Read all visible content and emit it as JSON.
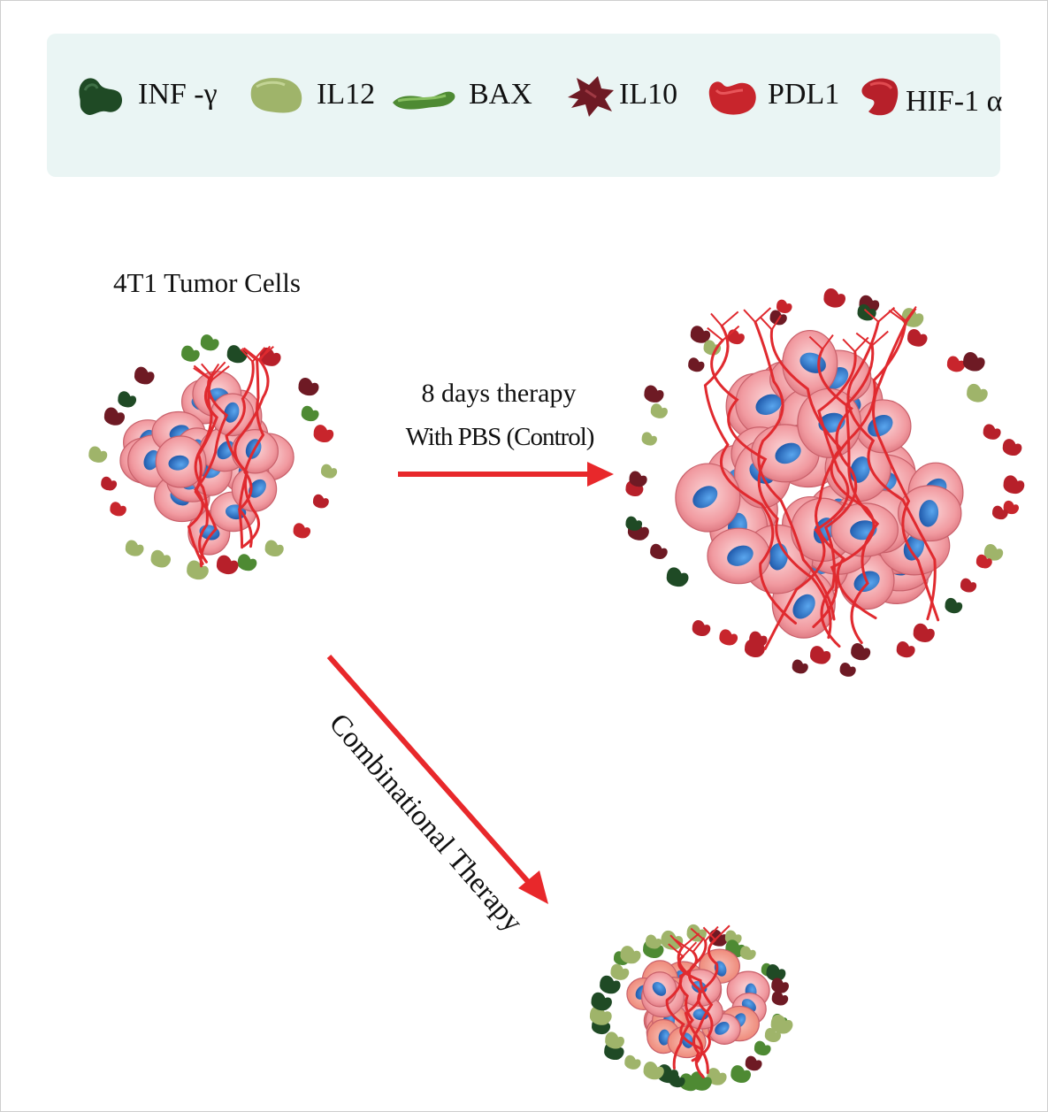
{
  "legend": {
    "items": [
      {
        "label": "INF -γ",
        "icon": "inf-gamma-protein-icon",
        "color": "#1f4a25"
      },
      {
        "label": "IL12",
        "icon": "il12-protein-icon",
        "color": "#9fb46a"
      },
      {
        "label": "BAX",
        "icon": "bax-protein-icon",
        "color": "#4e8a33"
      },
      {
        "label": "IL10",
        "icon": "il10-protein-icon",
        "color": "#6e1a24"
      },
      {
        "label": "PDL1",
        "icon": "pdl1-protein-icon",
        "color": "#c8252c"
      },
      {
        "label": "HIF-1 α",
        "icon": "hif1a-protein-icon",
        "color": "#b7202a"
      }
    ]
  },
  "diagram": {
    "start_label": "4T1 Tumor Cells",
    "control_arrow": {
      "line1": "8 days therapy",
      "line2": "With PBS (Control)",
      "color": "#e8282b"
    },
    "treatment_arrow": {
      "label": "Combinational Therapy",
      "color": "#e8282b"
    }
  },
  "colors": {
    "legend_background": "#eaf5f4",
    "cell_pink": "#f4a3a8",
    "nucleus_blue": "#2f6fc4",
    "vessel_red": "#e02a2f"
  }
}
